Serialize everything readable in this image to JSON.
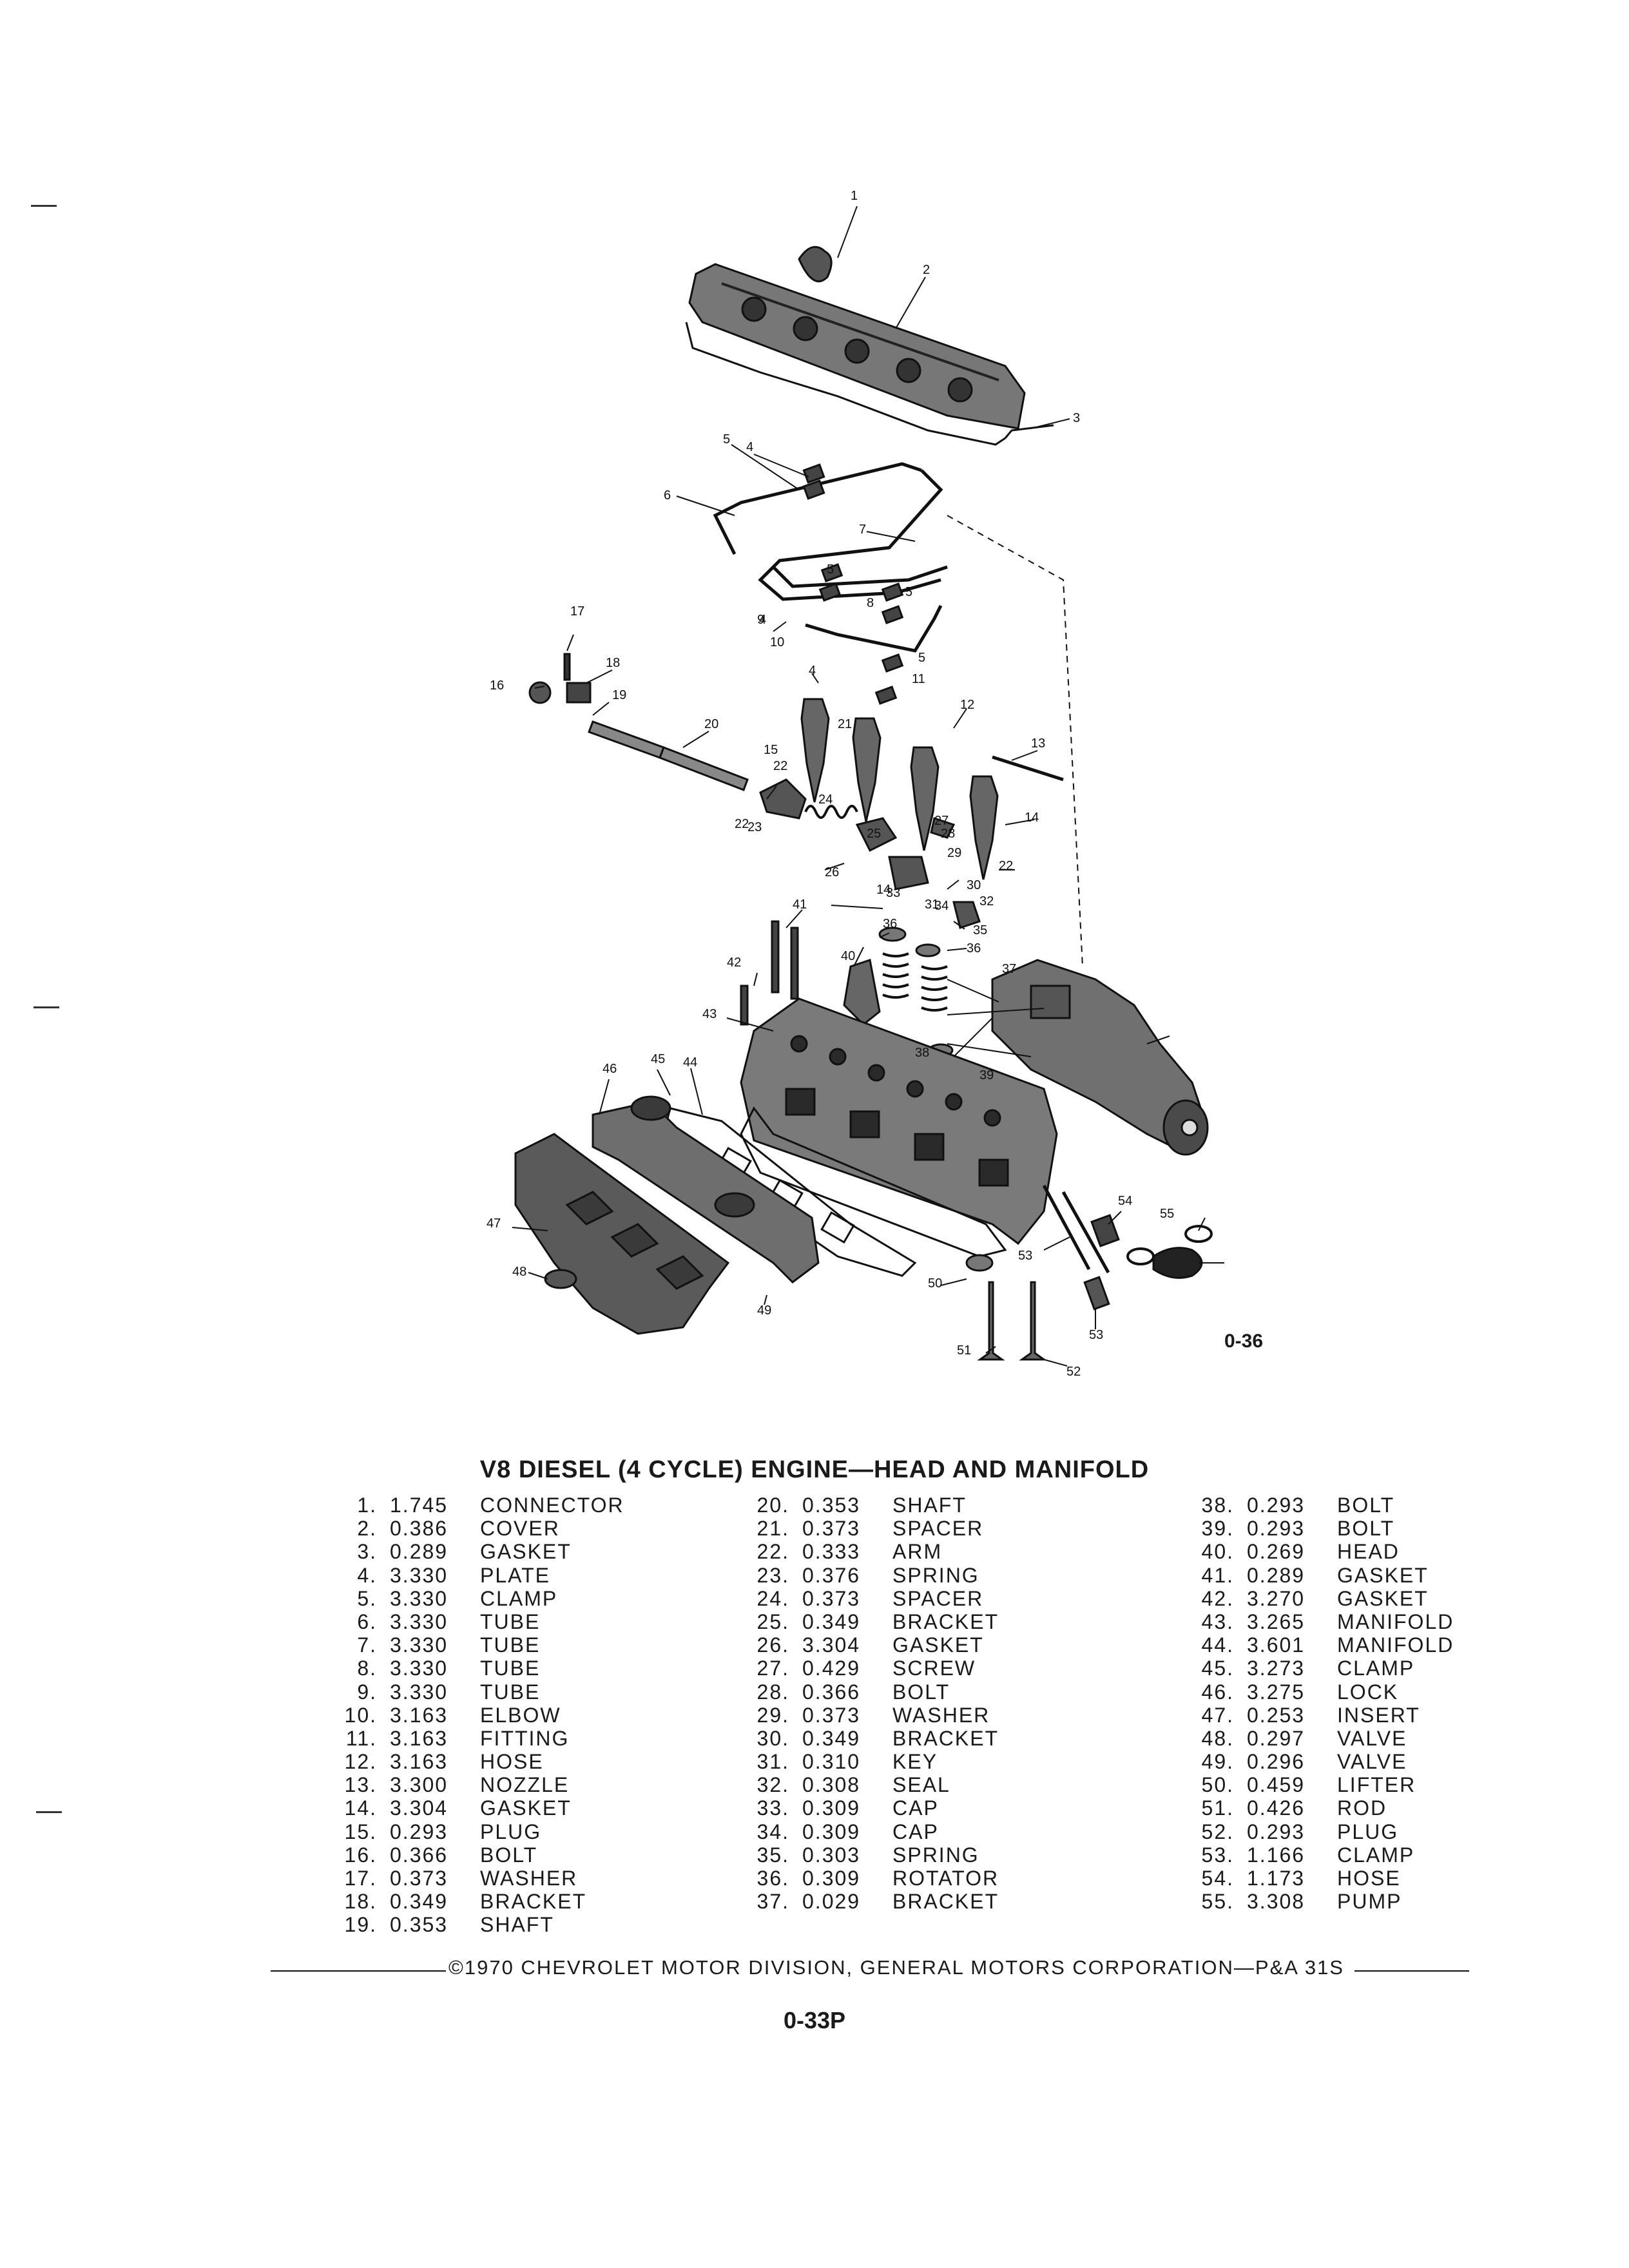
{
  "figure_id": "0-36",
  "title": "V8 DIESEL (4 CYCLE) ENGINE—HEAD AND MANIFOLD",
  "callouts": [
    "1",
    "2",
    "3",
    "4",
    "5",
    "6",
    "7",
    "5",
    "4",
    "8",
    "5",
    "9",
    "5",
    "10",
    "4",
    "11",
    "12",
    "13",
    "14",
    "15",
    "16",
    "17",
    "18",
    "19",
    "20",
    "21",
    "22",
    "22",
    "23",
    "24",
    "25",
    "26",
    "27",
    "28",
    "29",
    "14",
    "22",
    "30",
    "31",
    "32",
    "33",
    "34",
    "35",
    "36",
    "36",
    "37",
    "38",
    "39",
    "40",
    "41",
    "42",
    "43",
    "44",
    "45",
    "46",
    "47",
    "48",
    "49",
    "50",
    "51",
    "52",
    "53",
    "53",
    "54",
    "55"
  ],
  "parts": [
    {
      "num": "1.",
      "group": "1.745",
      "desc": "CONNECTOR"
    },
    {
      "num": "2.",
      "group": "0.386",
      "desc": "COVER"
    },
    {
      "num": "3.",
      "group": "0.289",
      "desc": "GASKET"
    },
    {
      "num": "4.",
      "group": "3.330",
      "desc": "PLATE"
    },
    {
      "num": "5.",
      "group": "3.330",
      "desc": "CLAMP"
    },
    {
      "num": "6.",
      "group": "3.330",
      "desc": "TUBE"
    },
    {
      "num": "7.",
      "group": "3.330",
      "desc": "TUBE"
    },
    {
      "num": "8.",
      "group": "3.330",
      "desc": "TUBE"
    },
    {
      "num": "9.",
      "group": "3.330",
      "desc": "TUBE"
    },
    {
      "num": "10.",
      "group": "3.163",
      "desc": "ELBOW"
    },
    {
      "num": "11.",
      "group": "3.163",
      "desc": "FITTING"
    },
    {
      "num": "12.",
      "group": "3.163",
      "desc": "HOSE"
    },
    {
      "num": "13.",
      "group": "3.300",
      "desc": "NOZZLE"
    },
    {
      "num": "14.",
      "group": "3.304",
      "desc": "GASKET"
    },
    {
      "num": "15.",
      "group": "0.293",
      "desc": "PLUG"
    },
    {
      "num": "16.",
      "group": "0.366",
      "desc": "BOLT"
    },
    {
      "num": "17.",
      "group": "0.373",
      "desc": "WASHER"
    },
    {
      "num": "18.",
      "group": "0.349",
      "desc": "BRACKET"
    },
    {
      "num": "19.",
      "group": "0.353",
      "desc": "SHAFT"
    },
    {
      "num": "20.",
      "group": "0.353",
      "desc": "SHAFT"
    },
    {
      "num": "21.",
      "group": "0.373",
      "desc": "SPACER"
    },
    {
      "num": "22.",
      "group": "0.333",
      "desc": "ARM"
    },
    {
      "num": "23.",
      "group": "0.376",
      "desc": "SPRING"
    },
    {
      "num": "24.",
      "group": "0.373",
      "desc": "SPACER"
    },
    {
      "num": "25.",
      "group": "0.349",
      "desc": "BRACKET"
    },
    {
      "num": "26.",
      "group": "3.304",
      "desc": "GASKET"
    },
    {
      "num": "27.",
      "group": "0.429",
      "desc": "SCREW"
    },
    {
      "num": "28.",
      "group": "0.366",
      "desc": "BOLT"
    },
    {
      "num": "29.",
      "group": "0.373",
      "desc": "WASHER"
    },
    {
      "num": "30.",
      "group": "0.349",
      "desc": "BRACKET"
    },
    {
      "num": "31.",
      "group": "0.310",
      "desc": "KEY"
    },
    {
      "num": "32.",
      "group": "0.308",
      "desc": "SEAL"
    },
    {
      "num": "33.",
      "group": "0.309",
      "desc": "CAP"
    },
    {
      "num": "34.",
      "group": "0.309",
      "desc": "CAP"
    },
    {
      "num": "35.",
      "group": "0.303",
      "desc": "SPRING"
    },
    {
      "num": "36.",
      "group": "0.309",
      "desc": "ROTATOR"
    },
    {
      "num": "37.",
      "group": "0.029",
      "desc": "BRACKET"
    },
    {
      "num": "38.",
      "group": "0.293",
      "desc": "BOLT"
    },
    {
      "num": "39.",
      "group": "0.293",
      "desc": "BOLT"
    },
    {
      "num": "40.",
      "group": "0.269",
      "desc": "HEAD"
    },
    {
      "num": "41.",
      "group": "0.289",
      "desc": "GASKET"
    },
    {
      "num": "42.",
      "group": "3.270",
      "desc": "GASKET"
    },
    {
      "num": "43.",
      "group": "3.265",
      "desc": "MANIFOLD"
    },
    {
      "num": "44.",
      "group": "3.601",
      "desc": "MANIFOLD"
    },
    {
      "num": "45.",
      "group": "3.273",
      "desc": "CLAMP"
    },
    {
      "num": "46.",
      "group": "3.275",
      "desc": "LOCK"
    },
    {
      "num": "47.",
      "group": "0.253",
      "desc": "INSERT"
    },
    {
      "num": "48.",
      "group": "0.297",
      "desc": "VALVE"
    },
    {
      "num": "49.",
      "group": "0.296",
      "desc": "VALVE"
    },
    {
      "num": "50.",
      "group": "0.459",
      "desc": "LIFTER"
    },
    {
      "num": "51.",
      "group": "0.426",
      "desc": "ROD"
    },
    {
      "num": "52.",
      "group": "0.293",
      "desc": "PLUG"
    },
    {
      "num": "53.",
      "group": "1.166",
      "desc": "CLAMP"
    },
    {
      "num": "54.",
      "group": "1.173",
      "desc": "HOSE"
    },
    {
      "num": "55.",
      "group": "3.308",
      "desc": "PUMP"
    }
  ],
  "footer": "©1970 CHEVROLET MOTOR DIVISION, GENERAL MOTORS CORPORATION—P&A 31S",
  "page_number": "0-33P"
}
